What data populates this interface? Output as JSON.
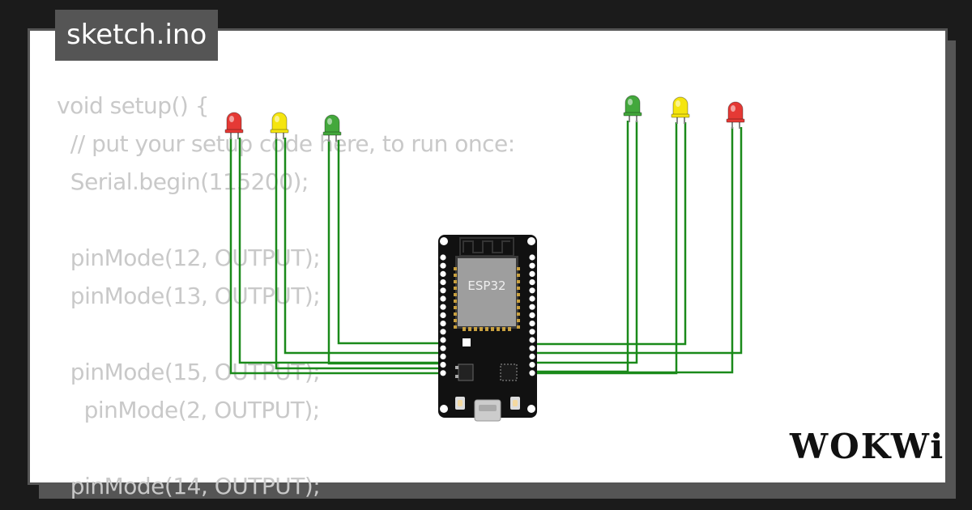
{
  "window": {
    "title": "sketch.ino"
  },
  "code_lines": [
    "void setup() {",
    "  // put your setup code here, to run once:",
    "  Serial.begin(115200);",
    "",
    "  pinMode(12, OUTPUT);",
    "  pinMode(13, OUTPUT);",
    "",
    "  pinMode(15, OUTPUT);",
    "    pinMode(2, OUTPUT);",
    "",
    "  pinMode(14, OUTPUT);"
  ],
  "board": {
    "chip_label": "ESP32"
  },
  "leds": [
    {
      "color": "red",
      "hex": "#e53935"
    },
    {
      "color": "yellow",
      "hex": "#f5e50f"
    },
    {
      "color": "green",
      "hex": "#43a83c"
    },
    {
      "color": "green",
      "hex": "#43a83c"
    },
    {
      "color": "yellow",
      "hex": "#f5e50f"
    },
    {
      "color": "red",
      "hex": "#e53935"
    }
  ],
  "wire_color": "#1a8a1a",
  "brand": {
    "logo_text": "WOKWi"
  }
}
